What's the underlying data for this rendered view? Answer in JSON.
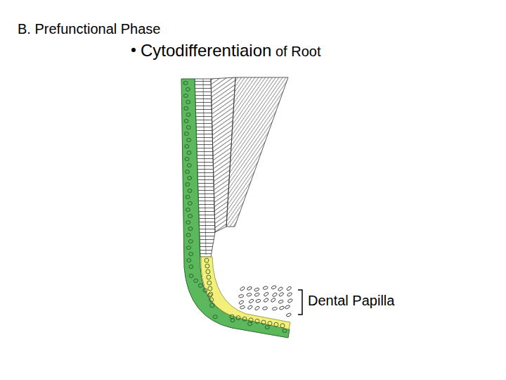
{
  "diagram": {
    "title": "B. Prefunctional Phase",
    "labels": [
      "Cytodifferentiaion",
      "of Root",
      "Dental Papilla"
    ]
  }
}
